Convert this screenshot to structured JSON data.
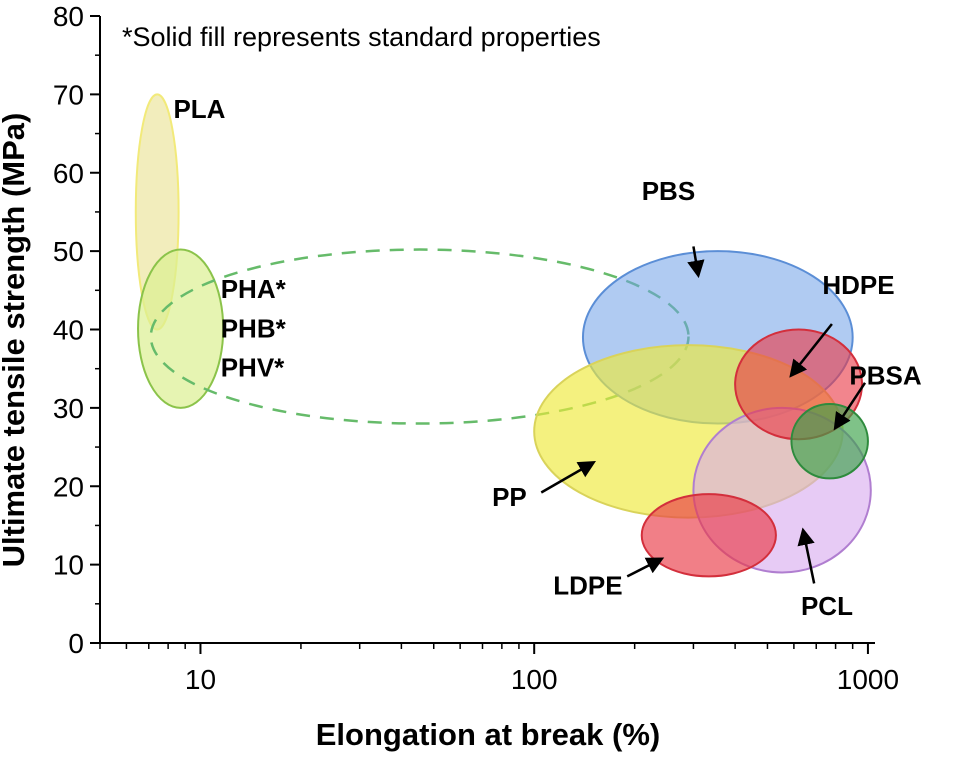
{
  "chart_data": {
    "type": "scatter",
    "note": "*Solid fill represents standard properties",
    "xlabel": "Elongation at break (%)",
    "ylabel": "Ultimate tensile strength (MPa)",
    "xscale": "log",
    "xlim": [
      5,
      1050
    ],
    "ylim": [
      0,
      80
    ],
    "xticks": [
      10,
      100,
      1000
    ],
    "xtick_labels": [
      "10",
      "100",
      "1000"
    ],
    "yticks": [
      0,
      10,
      20,
      30,
      40,
      50,
      60,
      70,
      80
    ],
    "ytick_labels": [
      "0",
      "10",
      "20",
      "30",
      "40",
      "50",
      "60",
      "70",
      "80"
    ],
    "grid": false,
    "regions": [
      {
        "id": "pla",
        "x_range": [
          6.4,
          8.6
        ],
        "y_range": [
          40,
          70
        ],
        "fill": "#ede7a6",
        "stroke": "#f2ea7a",
        "opacity": 0.75
      },
      {
        "id": "pha",
        "x_range": [
          6.5,
          11.7
        ],
        "y_range": [
          30,
          50.2
        ],
        "fill": "#dcef92",
        "stroke": "#8bc34a",
        "opacity": 0.7
      },
      {
        "id": "pha-extended",
        "x_range": [
          7.1,
          290
        ],
        "y_range": [
          28,
          50.2
        ],
        "fill": "none",
        "stroke": "#66bb6a",
        "dashed": true
      },
      {
        "id": "pbs",
        "x_range": [
          140,
          900
        ],
        "y_range": [
          28,
          50
        ],
        "fill": "#6fa0e8",
        "stroke": "#5b8ed6",
        "opacity": 0.55
      },
      {
        "id": "pp",
        "x_range": [
          100,
          840
        ],
        "y_range": [
          16,
          38
        ],
        "fill": "#eeea3a",
        "stroke": "#d9d35a",
        "opacity": 0.65
      },
      {
        "id": "pcl",
        "x_range": [
          300,
          1020
        ],
        "y_range": [
          9,
          30
        ],
        "fill": "#d7a8ee",
        "stroke": "#b07ed0",
        "opacity": 0.6
      },
      {
        "id": "hdpe",
        "x_range": [
          400,
          960
        ],
        "y_range": [
          26,
          40
        ],
        "fill": "#ea3a47",
        "stroke": "#d32f3c",
        "opacity": 0.62
      },
      {
        "id": "pbsa",
        "x_range": [
          590,
          1000
        ],
        "y_range": [
          21,
          30.5
        ],
        "fill": "#3aa148",
        "stroke": "#2e8b3d",
        "opacity": 0.65
      },
      {
        "id": "ldpe",
        "x_range": [
          210,
          530
        ],
        "y_range": [
          8.5,
          19
        ],
        "fill": "#ea3a47",
        "stroke": "#d32f3c",
        "opacity": 0.65
      }
    ],
    "annotations": [
      {
        "id": "pla",
        "text": "PLA",
        "x": 8.3,
        "y": 67,
        "anchor": "start"
      },
      {
        "id": "pha",
        "text": "PHA*",
        "x": 11.5,
        "y": 44,
        "anchor": "start"
      },
      {
        "id": "phb",
        "text": "PHB*",
        "x": 11.5,
        "y": 39,
        "anchor": "start"
      },
      {
        "id": "phv",
        "text": "PHV*",
        "x": 11.5,
        "y": 34,
        "anchor": "start"
      },
      {
        "id": "pbs",
        "text": "PBS",
        "x": 210,
        "y": 56.5,
        "anchor": "start",
        "arrow": {
          "from": [
            300,
            50.6
          ],
          "to": [
            310,
            47
          ]
        }
      },
      {
        "id": "hdpe",
        "text": "HDPE",
        "x": 730,
        "y": 44.5,
        "anchor": "start",
        "arrow": {
          "from": [
            780,
            40.7
          ],
          "to": [
            590,
            34.2
          ]
        }
      },
      {
        "id": "pbsa",
        "text": "PBSA",
        "x": 880,
        "y": 33,
        "anchor": "start",
        "arrow": {
          "from": [
            980,
            33.2
          ],
          "to": [
            800,
            27.5
          ]
        }
      },
      {
        "id": "pp",
        "text": "PP",
        "x": 95,
        "y": 17.5,
        "anchor": "end",
        "arrow": {
          "from": [
            105,
            19.2
          ],
          "to": [
            150,
            23
          ]
        }
      },
      {
        "id": "ldpe",
        "text": "LDPE",
        "x": 184,
        "y": 6.2,
        "anchor": "end",
        "arrow": {
          "from": [
            190,
            8.5
          ],
          "to": [
            240,
            10.7
          ]
        }
      },
      {
        "id": "pcl",
        "text": "PCL",
        "x": 630,
        "y": 3.6,
        "anchor": "start",
        "arrow": {
          "from": [
            690,
            7.6
          ],
          "to": [
            640,
            14.3
          ]
        }
      }
    ]
  }
}
